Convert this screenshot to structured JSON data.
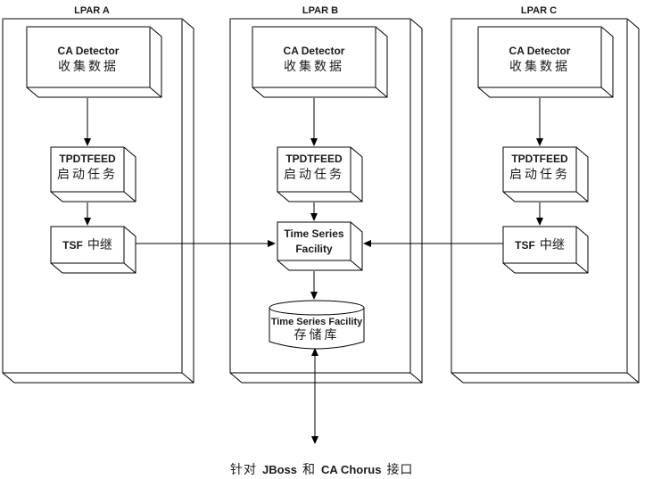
{
  "diagram": {
    "lpar_a": {
      "title": "LPAR A",
      "detector_line1": "CA Detector",
      "detector_line2": "收集数据",
      "feed_line1": "TPDTFEED",
      "feed_line2": "启动任务",
      "tsf_en": "TSF",
      "tsf_zh": "中继"
    },
    "lpar_b": {
      "title": "LPAR B",
      "detector_line1": "CA Detector",
      "detector_line2": "收集数据",
      "feed_line1": "TPDTFEED",
      "feed_line2": "启动任务",
      "facility_line1": "Time Series",
      "facility_line2": "Facility",
      "repo_line1": "Time Series Facility",
      "repo_line2": "存储库"
    },
    "lpar_c": {
      "title": "LPAR C",
      "detector_line1": "CA Detector",
      "detector_line2": "收集数据",
      "feed_line1": "TPDTFEED",
      "feed_line2": "启动任务",
      "tsf_en": "TSF",
      "tsf_zh": "中继"
    },
    "caption": {
      "p1": "针对",
      "p2": "JBoss",
      "p3": "和",
      "p4": "CA Chorus",
      "p5": "接口"
    },
    "colors": {
      "line": "#000000",
      "top_edge": "#808080",
      "text": "#1a1a1a",
      "background": "#ffffff"
    }
  }
}
